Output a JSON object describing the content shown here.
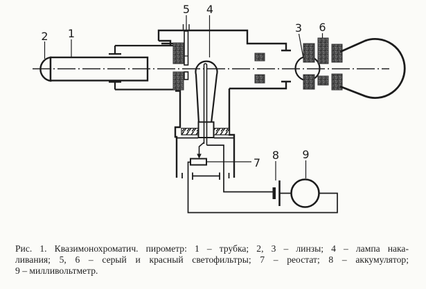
{
  "diagram": {
    "callouts": {
      "c1": "1",
      "c2": "2",
      "c3": "3",
      "c4": "4",
      "c5": "5",
      "c6": "6",
      "c7": "7",
      "c8": "8",
      "c9": "9"
    },
    "colors": {
      "ink": "#1c1c1c",
      "paper": "#fbfbf8",
      "filter_speckle": "#4e4e4e"
    }
  },
  "caption": {
    "lines": [
      "Рис. 1. Квазимонохроматич. пирометр: 1 – трубка; 2, 3 – линзы; 4 – лампа нака-",
      "ливания; 5, 6 – серый и красный светофильтры; 7 – реостат; 8 – аккумулятор;",
      "9 – милливольтметр."
    ]
  }
}
